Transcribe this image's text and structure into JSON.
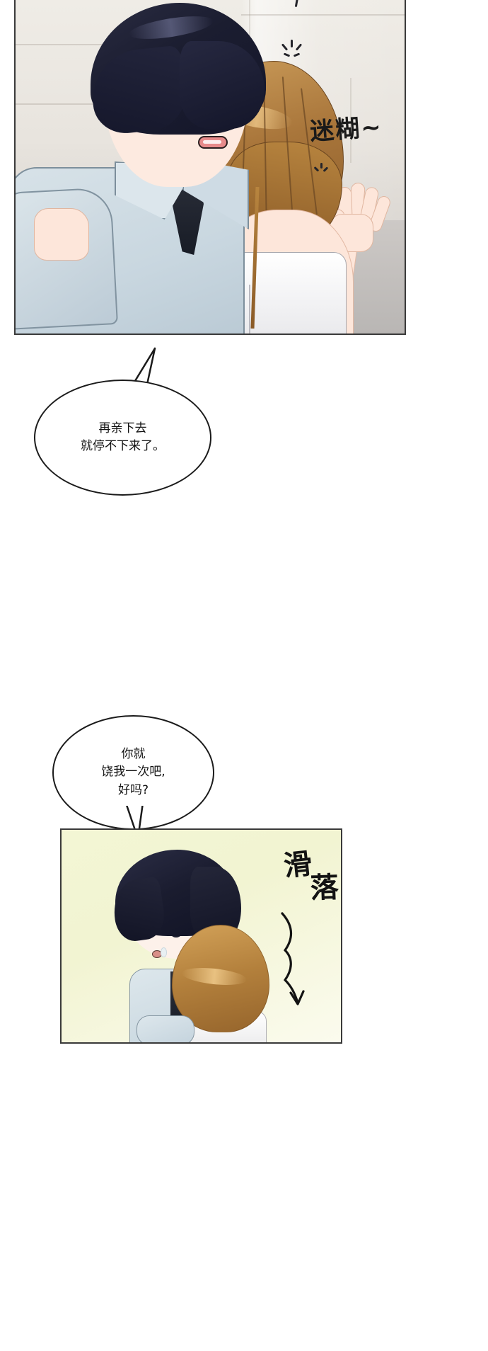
{
  "comic": {
    "page_background": "#ffffff",
    "panels": [
      {
        "id": "panel-1",
        "scene": "close-up of a dark-haired man in a light blue shirt and black tie holding a brown-haired woman in a white off-shoulder dress",
        "sound_effect": "迷糊~",
        "sound_effect_meaning": "dazed / muddled",
        "background_color": "#e8e4de",
        "border_color": "#3a3a3a"
      },
      {
        "id": "panel-2",
        "scene": "chibi version of the same couple embracing",
        "sound_effect_lines": [
          "滑",
          "落"
        ],
        "sound_effect": "滑落",
        "sound_effect_meaning": "sliding down",
        "background_color": "#f2f4d2",
        "border_color": "#3a3a3a"
      }
    ],
    "bubbles": [
      {
        "id": "bubble-1",
        "lines": [
          "再亲下去",
          "就停不下来了。"
        ],
        "tail_direction": "up",
        "fill": "#ffffff",
        "stroke": "#1b1b1b"
      },
      {
        "id": "bubble-2",
        "lines": [
          "你就",
          "饶我一次吧,",
          "好吗?"
        ],
        "tail_direction": "down",
        "fill": "#ffffff",
        "stroke": "#1b1b1b"
      }
    ]
  }
}
